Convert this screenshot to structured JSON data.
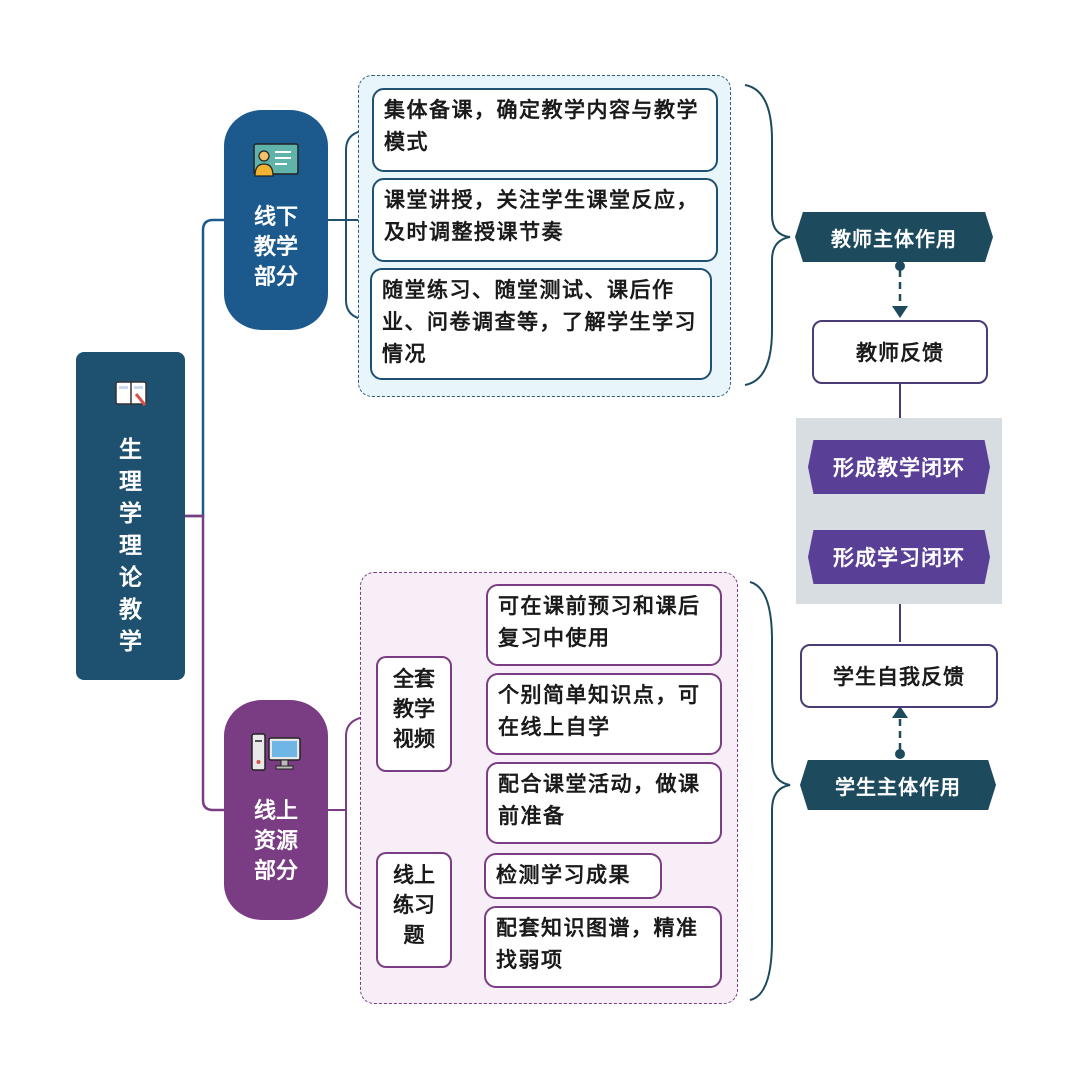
{
  "root": {
    "title": "生理学理论教学",
    "icon": "book-icon"
  },
  "offline": {
    "title": "线下教学部分",
    "icon": "teacher-board-icon",
    "items": [
      "集体备课，确定教学内容与教学模式",
      "课堂讲授，关注学生课堂反应，及时调整授课节奏",
      "随堂练习、随堂测试、课后作业、问卷调查等，了解学生学习情况"
    ]
  },
  "online": {
    "title": "线上资源部分",
    "icon": "computer-icon",
    "groups": [
      {
        "title": "全套教学视频",
        "items": [
          "可在课前预习和课后复习中使用",
          "个别简单知识点，可在线上自学",
          "配合课堂活动，做课前准备"
        ]
      },
      {
        "title": "线上练习题",
        "items": [
          "检测学习成果",
          "配套知识图谱，精准找弱项"
        ]
      }
    ]
  },
  "right": {
    "teacher_role": "教师主体作用",
    "teacher_feedback": "教师反馈",
    "teaching_loop": "形成教学闭环",
    "learning_loop": "形成学习闭环",
    "student_feedback": "学生自我反馈",
    "student_role": "学生主体作用"
  },
  "colors": {
    "root": "#1e5170",
    "offline": "#1c5a8d",
    "online": "#7a3c82",
    "loop": "#5a3f96",
    "tag": "#1e4a5e"
  }
}
